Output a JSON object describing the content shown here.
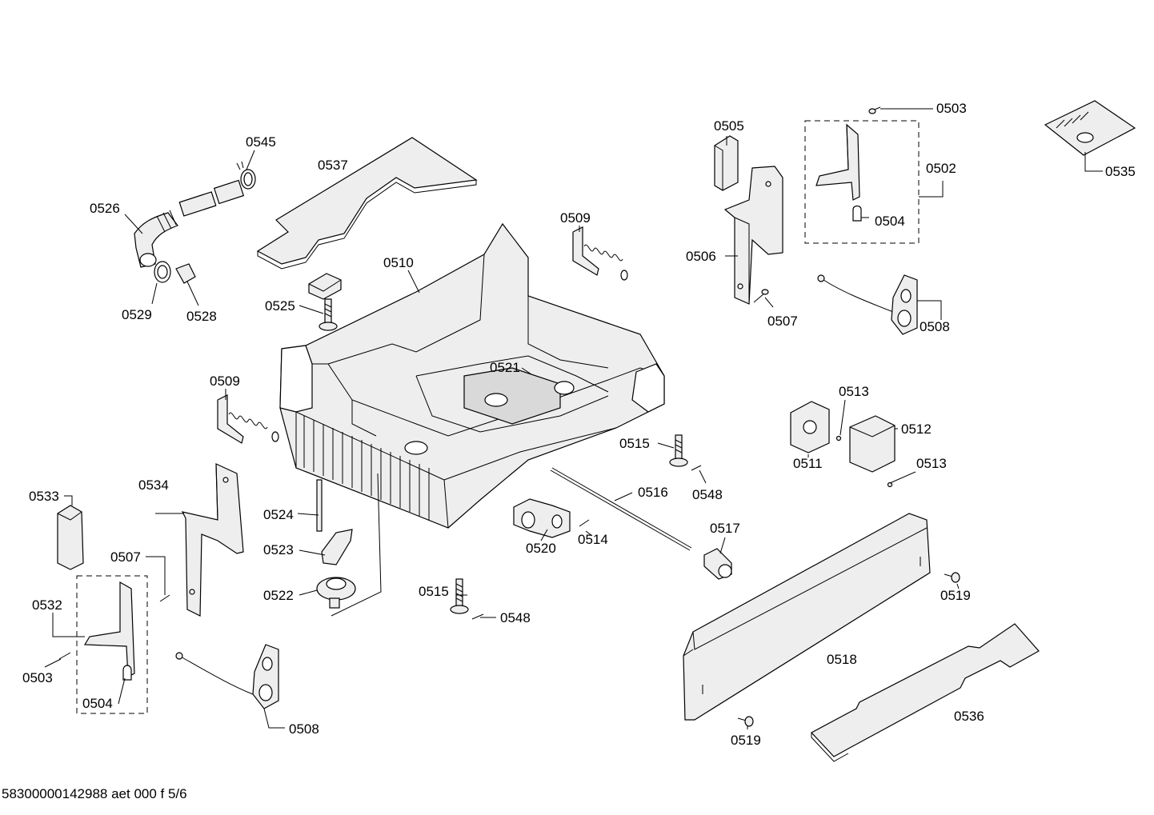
{
  "document_id": "58300000142988 aet 000 f 5/6",
  "labels": {
    "p0503_top": "0503",
    "p0505": "0505",
    "p0502": "0502",
    "p0535": "0535",
    "p0504_top": "0504",
    "p0506": "0506",
    "p0507_top": "0507",
    "p0508_top": "0508",
    "p0545": "0545",
    "p0537": "0537",
    "p0526": "0526",
    "p0529": "0529",
    "p0528": "0528",
    "p0509_top": "0509",
    "p0510": "0510",
    "p0525": "0525",
    "p0521": "0521",
    "p0509_left": "0509",
    "p0513_top": "0513",
    "p0512": "0512",
    "p0511": "0511",
    "p0513_bottom": "0513",
    "p0515_top": "0515",
    "p0548_top": "0548",
    "p0516": "0516",
    "p0534": "0534",
    "p0533": "0533",
    "p0524": "0524",
    "p0523": "0523",
    "p0522": "0522",
    "p0520": "0520",
    "p0514": "0514",
    "p0517": "0517",
    "p0507_bottom": "0507",
    "p0532": "0532",
    "p0503_bottom": "0503",
    "p0504_bottom": "0504",
    "p0508_bottom": "0508",
    "p0515_bottom": "0515",
    "p0548_bottom": "0548",
    "p0519_top": "0519",
    "p0518": "0518",
    "p0519_bottom": "0519",
    "p0536": "0536"
  }
}
